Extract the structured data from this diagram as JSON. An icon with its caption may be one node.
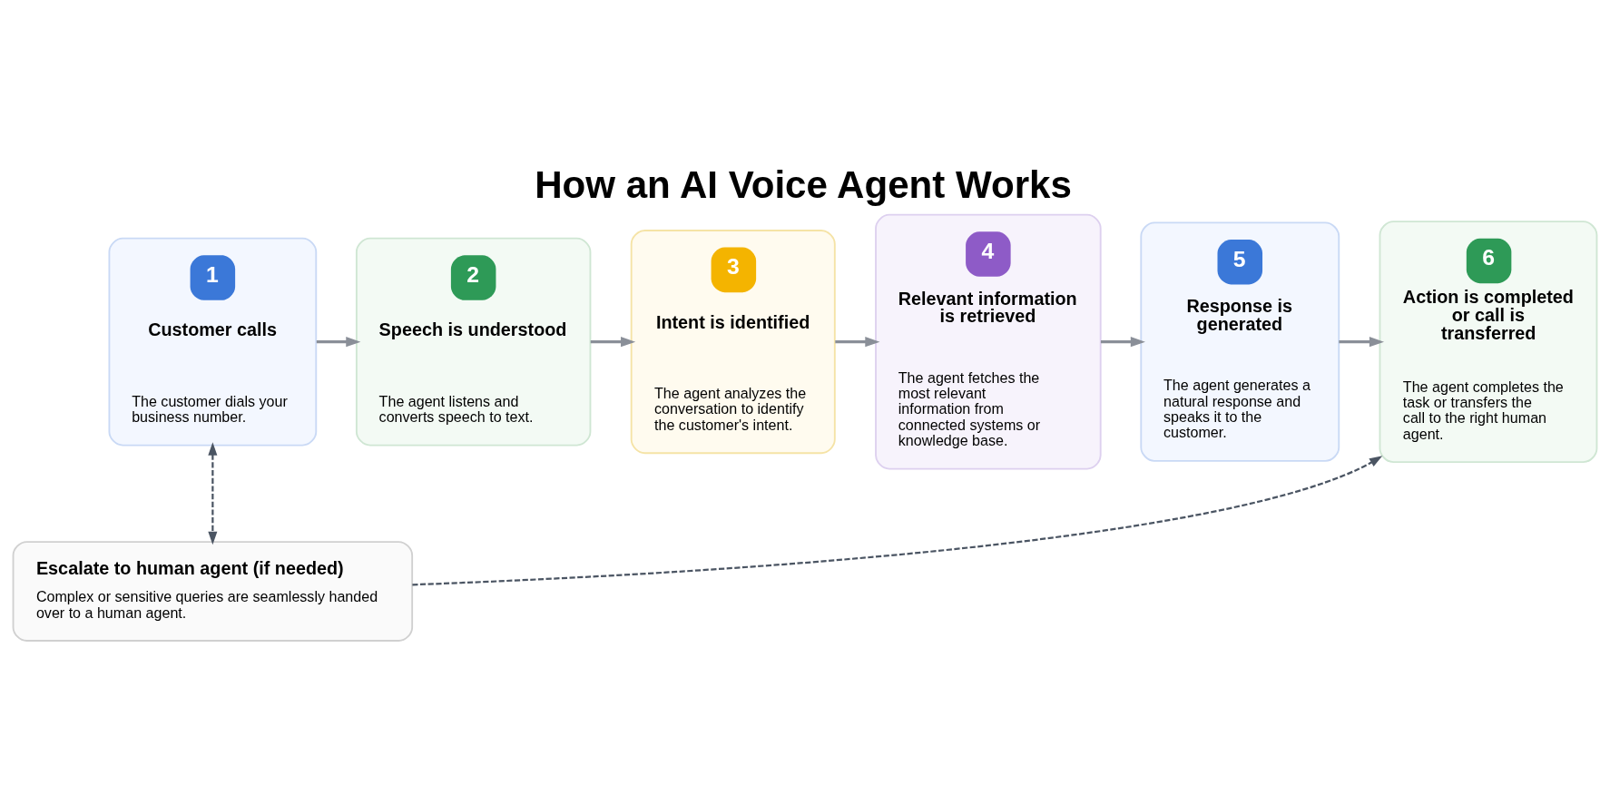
{
  "diagram": {
    "title": "How an AI Voice Agent Works",
    "nodes": [
      {
        "text": [
          "1",
          "Customer calls",
          "The customer dials your business number."
        ]
      },
      {
        "text": [
          "2",
          "Speech is understood",
          "The agent listens and converts speech to text."
        ]
      },
      {
        "text": [
          "3",
          "Intent is identified",
          "The agent analyzes the conversation to identify the customer's intent."
        ]
      },
      {
        "text": [
          "4",
          "Relevant information is retrieved",
          "The agent fetches the most relevant information from connected systems or knowledge base."
        ]
      },
      {
        "text": [
          "5",
          "Response is generated",
          "The agent generates a natural response and speaks it to the customer."
        ]
      },
      {
        "text": [
          "6",
          "Action is completed or call is transferred",
          "The agent completes the task or transfers the call to the right human agent."
        ]
      },
      {
        "text": [
          "Escalate to human agent (if needed)",
          "Complex or sensitive queries are seamlessly handed over to a human agent."
        ]
      }
    ],
    "edges": [
      {
        "from": 0,
        "to": 1,
        "arrow": "to"
      },
      {
        "from": 1,
        "to": 2,
        "arrow": "to"
      },
      {
        "from": 2,
        "to": 3,
        "arrow": "to"
      },
      {
        "from": 3,
        "to": 4,
        "arrow": "to"
      },
      {
        "from": 4,
        "to": 5,
        "arrow": "to"
      },
      {
        "from": 0,
        "to": 6,
        "arrow": "both",
        "style": "dashed",
        "color": "#4b5563"
      },
      {
        "from": 6,
        "to": 5,
        "arrow": "to",
        "style": "dashed",
        "color": "#4b5563"
      }
    ]
  }
}
